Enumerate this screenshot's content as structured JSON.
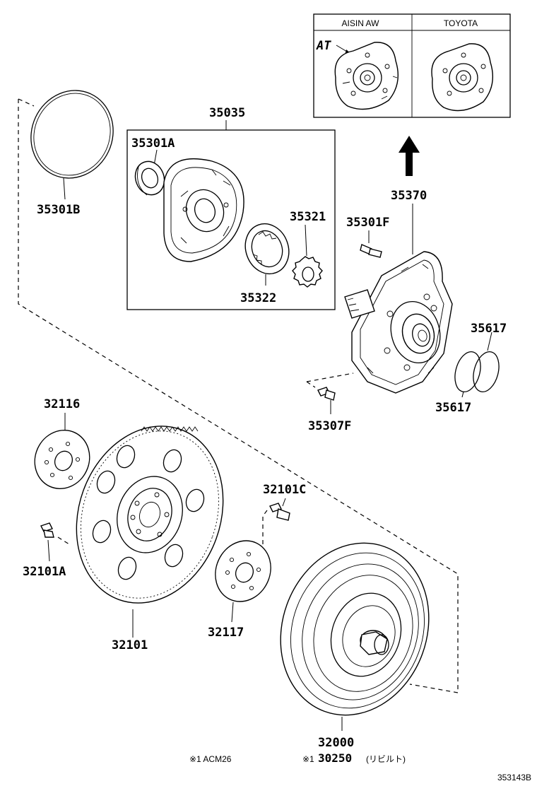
{
  "inset": {
    "left_title": "AISIN AW",
    "right_title": "TOYOTA",
    "logo_text": "AT"
  },
  "parts": {
    "p35301B": "35301B",
    "p35035": "35035",
    "p35301A": "35301A",
    "p35321": "35321",
    "p35322": "35322",
    "p35370": "35370",
    "p35301F": "35301F",
    "p35617a": "35617",
    "p35617b": "35617",
    "p35307F": "35307F",
    "p32116": "32116",
    "p32101C": "32101C",
    "p32101A": "32101A",
    "p32117": "32117",
    "p32101": "32101",
    "p32000": "32000"
  },
  "notes": {
    "note1": "※1 ACM26",
    "note2_prefix": "※1",
    "note2_part": "30250",
    "note2_suffix": "(リビルト)"
  },
  "figure_id": "353143B",
  "colors": {
    "line": "#000000",
    "background": "#ffffff"
  }
}
